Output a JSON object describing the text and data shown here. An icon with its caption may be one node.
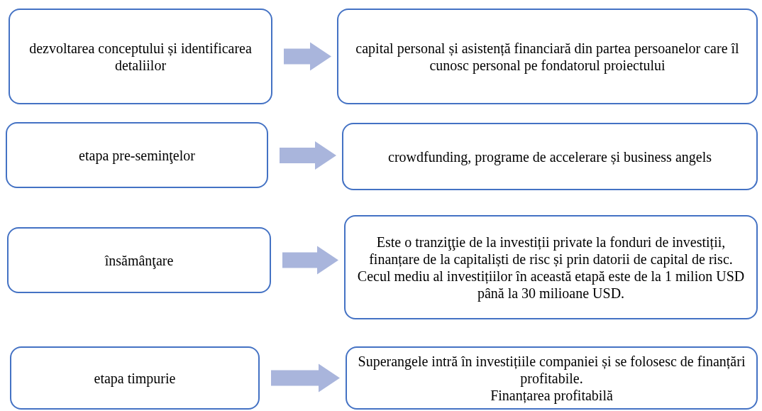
{
  "diagram": {
    "nodes": [
      {
        "text": [
          "dezvoltarea conceptului și identificarea detaliilor"
        ]
      },
      {
        "text": [
          "capital personal și asistență financiară din partea persoanelor care îl cunosc personal pe fondatorul proiectului"
        ]
      },
      {
        "text": [
          "etapa pre-seminţelor"
        ]
      },
      {
        "text": [
          "crowdfunding, programe de accelerare și business angels"
        ]
      },
      {
        "text": [
          "însămânţare"
        ]
      },
      {
        "text": [
          "Este o tranziţţie de la investiții private la fonduri de investiții, finanțare de la capitaliști de risc și prin datorii de capital de risc.",
          "Cecul mediu al investițiilor în această etapă este de la 1 milion USD până la 30 milioane USD."
        ]
      },
      {
        "text": [
          "etapa timpurie"
        ]
      },
      {
        "text": [
          "Superangele intră în investițiile companiei și se folosesc de finanțări profitabile.",
          "Finanțarea profitabilă"
        ]
      }
    ],
    "edges": [
      {
        "from": 0,
        "to": 1,
        "arrow": "to"
      },
      {
        "from": 2,
        "to": 3,
        "arrow": "to"
      },
      {
        "from": 4,
        "to": 5,
        "arrow": "to"
      },
      {
        "from": 6,
        "to": 7,
        "arrow": "to"
      }
    ]
  }
}
